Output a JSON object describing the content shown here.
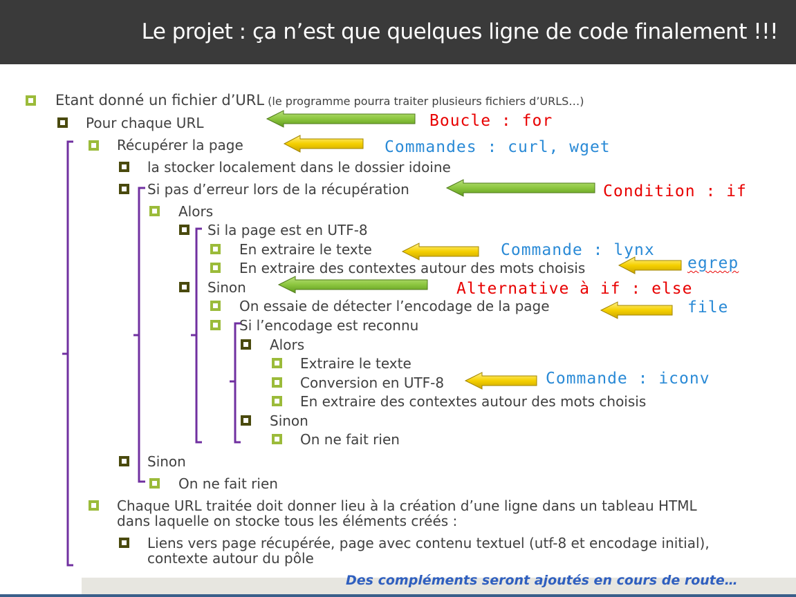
{
  "title": "Le projet : ça n’est que quelques ligne de code finalement !!!",
  "items": [
    {
      "text": "Etant donné un fichier d’URL",
      "sub": " (le programme pourra traiter plusieurs fichiers d’URLS…)"
    },
    {
      "text": "Pour chaque URL"
    },
    {
      "text": "Récupérer la page"
    },
    {
      "text": "la stocker localement dans le dossier idoine"
    },
    {
      "text": "Si pas d’erreur lors de la récupération"
    },
    {
      "text": "Alors"
    },
    {
      "text": "Si la page est en UTF-8"
    },
    {
      "text": "En extraire le texte"
    },
    {
      "text": "En extraire des contextes autour des mots choisis"
    },
    {
      "text": "Sinon"
    },
    {
      "text": "On essaie de détecter l’encodage de la page"
    },
    {
      "text": "Si l’encodage est reconnu"
    },
    {
      "text": "Alors"
    },
    {
      "text": "Extraire le texte"
    },
    {
      "text": "Conversion en UTF-8"
    },
    {
      "text": "En extraire des contextes autour des mots choisis"
    },
    {
      "text": "Sinon"
    },
    {
      "text": "On ne fait rien"
    },
    {
      "text": "Sinon"
    },
    {
      "text": "On ne fait rien"
    },
    {
      "text": "Chaque URL traitée doit donner lieu à la création d’une ligne dans un tableau HTML"
    },
    {
      "text": "dans laquelle on stocke tous les éléments créés :"
    },
    {
      "text": "Liens vers page récupérée, page avec contenu textuel (utf-8 et encodage initial),"
    },
    {
      "text": "contexte autour du pôle"
    }
  ],
  "annotations": {
    "boucle": "Boucle : for",
    "commandes": "Commandes : curl, wget",
    "condition": "Condition : if",
    "lynx": "Commande : lynx",
    "egrep": "egrep",
    "else": "Alternative à if : else",
    "file": "file",
    "iconv": "Commande : iconv"
  },
  "footer": "Des compléments seront ajoutés en cours de route…",
  "colors": {
    "title_bg": "#3a3a3a",
    "bullet_green": "#9bbb3a",
    "bullet_olive": "#4a4a0e",
    "bracket": "#7030a0",
    "arrow_green": "#8cc63f",
    "arrow_yellow": "#f5d000",
    "code_red": "#e80000",
    "code_blue": "#2a8ad6",
    "footer_text": "#2f5fbf"
  }
}
